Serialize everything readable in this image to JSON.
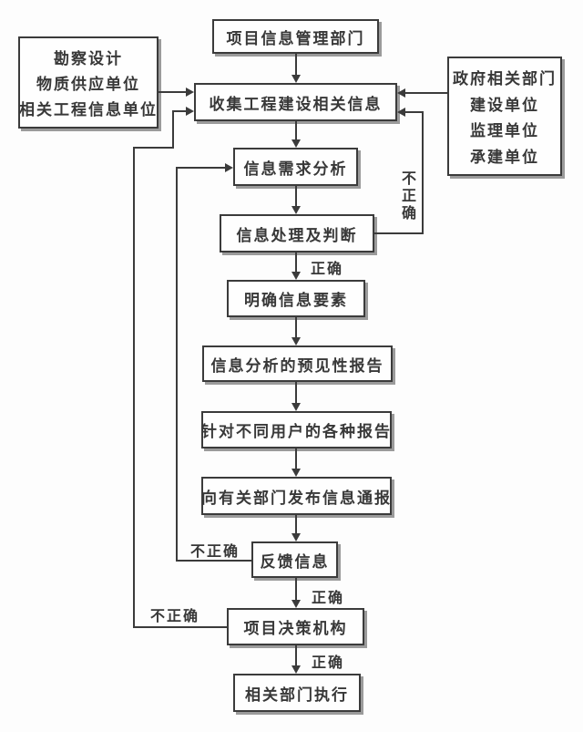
{
  "diagram": {
    "type": "flowchart",
    "language": "zh-CN",
    "nodes": {
      "top": {
        "label": "项目信息管理部门"
      },
      "left_sources": {
        "lines": [
          "勘察设计",
          "物质供应单位",
          "相关工程信息单位"
        ]
      },
      "right_sources": {
        "lines": [
          "政府相关部门",
          "建设单位",
          "监理单位",
          "承建单位"
        ]
      },
      "collect": {
        "label": "收集工程建设相关信息"
      },
      "demand": {
        "label": "信息需求分析"
      },
      "process": {
        "label": "信息处理及判断"
      },
      "clarify": {
        "label": "明确信息要素"
      },
      "foresight": {
        "label": "信息分析的预见性报告"
      },
      "reports": {
        "label": "针对不同用户的各种报告"
      },
      "publish": {
        "label": "向有关部门发布信息通报"
      },
      "feedback": {
        "label": "反馈信息"
      },
      "decision": {
        "label": "项目决策机构"
      },
      "execute": {
        "label": "相关部门执行"
      }
    },
    "edge_labels": {
      "correct_after_process": "正确",
      "correct_after_feedback": "正确",
      "correct_after_decision": "正确",
      "incorrect_process_loop": "不正确",
      "incorrect_feedback_loop": "不正确",
      "incorrect_decision_loop": "不正确"
    },
    "colors": {
      "line": "#3b3b3b",
      "text": "#383838",
      "box_background": "#fefefe",
      "box_shadow": "#9b9b9b",
      "page_background": "#fdfdfd"
    }
  }
}
